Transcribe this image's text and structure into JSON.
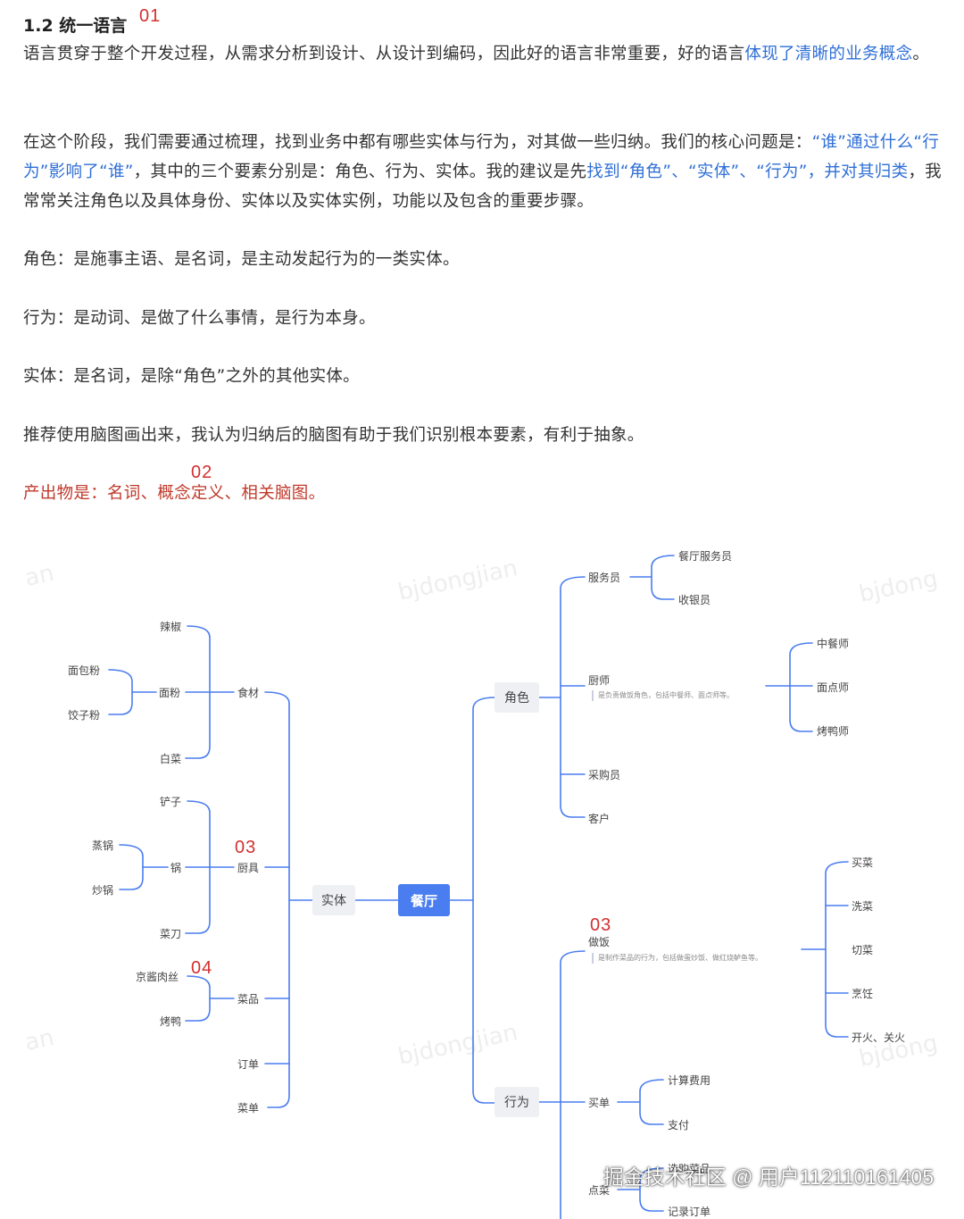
{
  "article": {
    "heading": "1.2 统一语言",
    "markers": {
      "m01": "01",
      "m02": "02",
      "m03a": "03",
      "m03b": "03",
      "m04": "04"
    },
    "p1": {
      "a": "语言贯穿于整个开发过程，从需求分析到设计、从设计到编码，因此好的语言非常重要，好的语言",
      "b": "体现了清晰的业务概念",
      "c": "。"
    },
    "p2": {
      "a": "在这个阶段，我们需要通过梳理，找到业务中都有哪些实体与行为，对其做一些归纳。我们的核心问题是：",
      "b": "“谁”通过什么“行为”影响了“谁”",
      "c": "，其中的三个要素分别是：角色、行为、实体。我的建议是先",
      "d": "找到“角色”、“实体”、“行为”，并对其归类",
      "e": "，我常常关注角色以及具体身份、实体以及实体实例，功能以及包含的重要步骤。"
    },
    "p3": "角色：是施事主语、是名词，是主动发起行为的一类实体。",
    "p4": "行为：是动词、是做了什么事情，是行为本身。",
    "p5": "实体：是名词，是除“角色”之外的其他实体。",
    "p6": "推荐使用脑图画出来，我认为归纳后的脑图有助于我们识别根本要素，有利于抽象。",
    "p7": "产出物是：名词、概念定义、相关脑图。"
  },
  "colors": {
    "accent_blue": "#2f6fd6",
    "accent_red": "#c0392b",
    "root_fill": "#4a7df0",
    "line": "#4a7df0"
  },
  "mindmap": {
    "root": "餐厅",
    "entity": "实体",
    "food": "食材",
    "food_items": [
      "辣椒",
      "面粉",
      "白菜"
    ],
    "flour_items": [
      "面包粉",
      "饺子粉"
    ],
    "tool": "厨具",
    "tool_items": [
      "铲子",
      "锅",
      "菜刀"
    ],
    "pot_items": [
      "蒸锅",
      "炒锅"
    ],
    "dish": "菜品",
    "dish_items": [
      "京酱肉丝",
      "烤鸭"
    ],
    "order": "订单",
    "menu": "菜单",
    "role": "角色",
    "waiter": "服务员",
    "waiter_items": [
      "餐厅服务员",
      "收银员"
    ],
    "chef": "厨师",
    "chef_note": "是负责做饭角色，包括中餐师、面点师等。",
    "chef_items": [
      "中餐师",
      "面点师",
      "烤鸭师"
    ],
    "buyer": "采购员",
    "customer": "客户",
    "behavior": "行为",
    "cook": "做饭",
    "cook_note": "是制作菜品的行为，包括做蛋炒饭、做红烧鲈鱼等。",
    "cook_items": [
      "买菜",
      "洗菜",
      "切菜",
      "烹饪",
      "开火、关火"
    ],
    "pay": "买单",
    "pay_items": [
      "计算费用",
      "支付"
    ],
    "ordering": "点菜",
    "ordering_items": [
      "选购菜品",
      "记录订单"
    ],
    "watermarks": [
      "bjdongjian",
      "bjdong",
      "an"
    ]
  },
  "footer": "掘金技术社区 @ 用户112110161405"
}
